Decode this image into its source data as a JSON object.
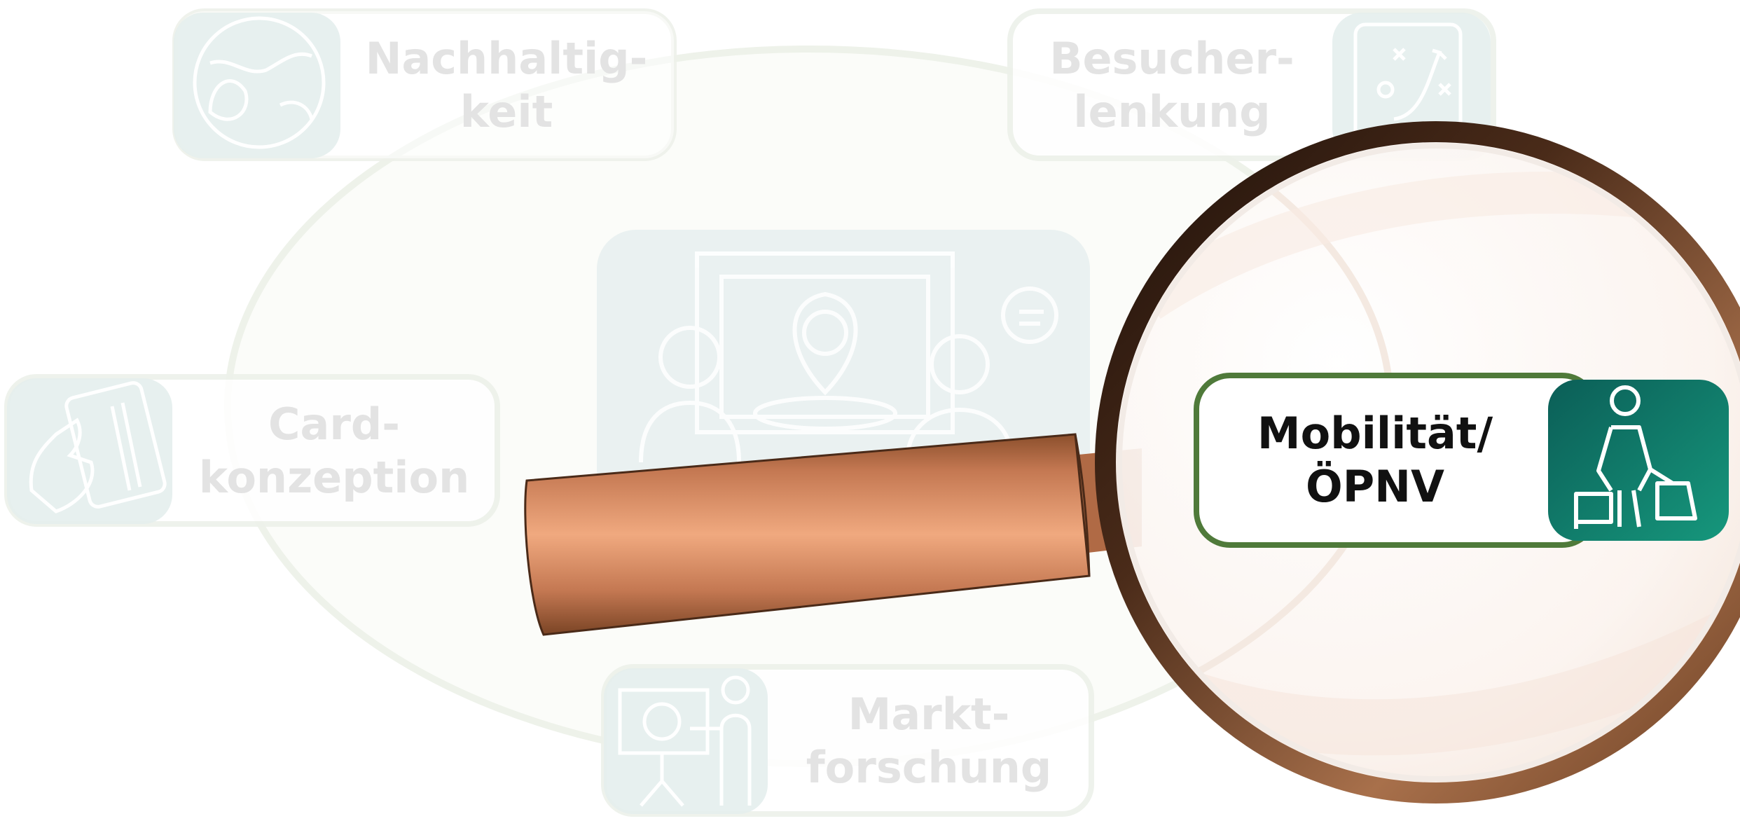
{
  "colors": {
    "faded_box_border": "#eef1ea",
    "faded_icon_tile": "#e6efee",
    "ellipse_stroke": "#f1f4ee",
    "highlight_border": "#4f7a3a",
    "icon_tile_dark": "#0e6a5d",
    "icon_tile_light": "#13907a",
    "handle_copper": "#e9a27c",
    "ring_brown": "#6b3f23"
  },
  "topics": {
    "nachhaltigkeit": {
      "line1": "Nachhaltig-",
      "line2": "keit",
      "icon": "earth-leaf-icon"
    },
    "besucherlenkung": {
      "line1": "Besucher-",
      "line2": "lenkung",
      "icon": "strategy-board-icon"
    },
    "cardkonzeption": {
      "line1": "Card-",
      "line2": "konzeption",
      "icon": "hand-card-icon"
    },
    "marktforschung": {
      "line1": "Markt-",
      "line2": "forschung",
      "icon": "presentation-icon"
    },
    "mobilitaet": {
      "line1": "Mobilität/",
      "line2": "ÖPNV",
      "icon": "traveler-luggage-icon"
    }
  },
  "center": {
    "icon": "meeting-location-icon"
  },
  "magnifier": {
    "icon": "magnifying-glass-icon"
  }
}
